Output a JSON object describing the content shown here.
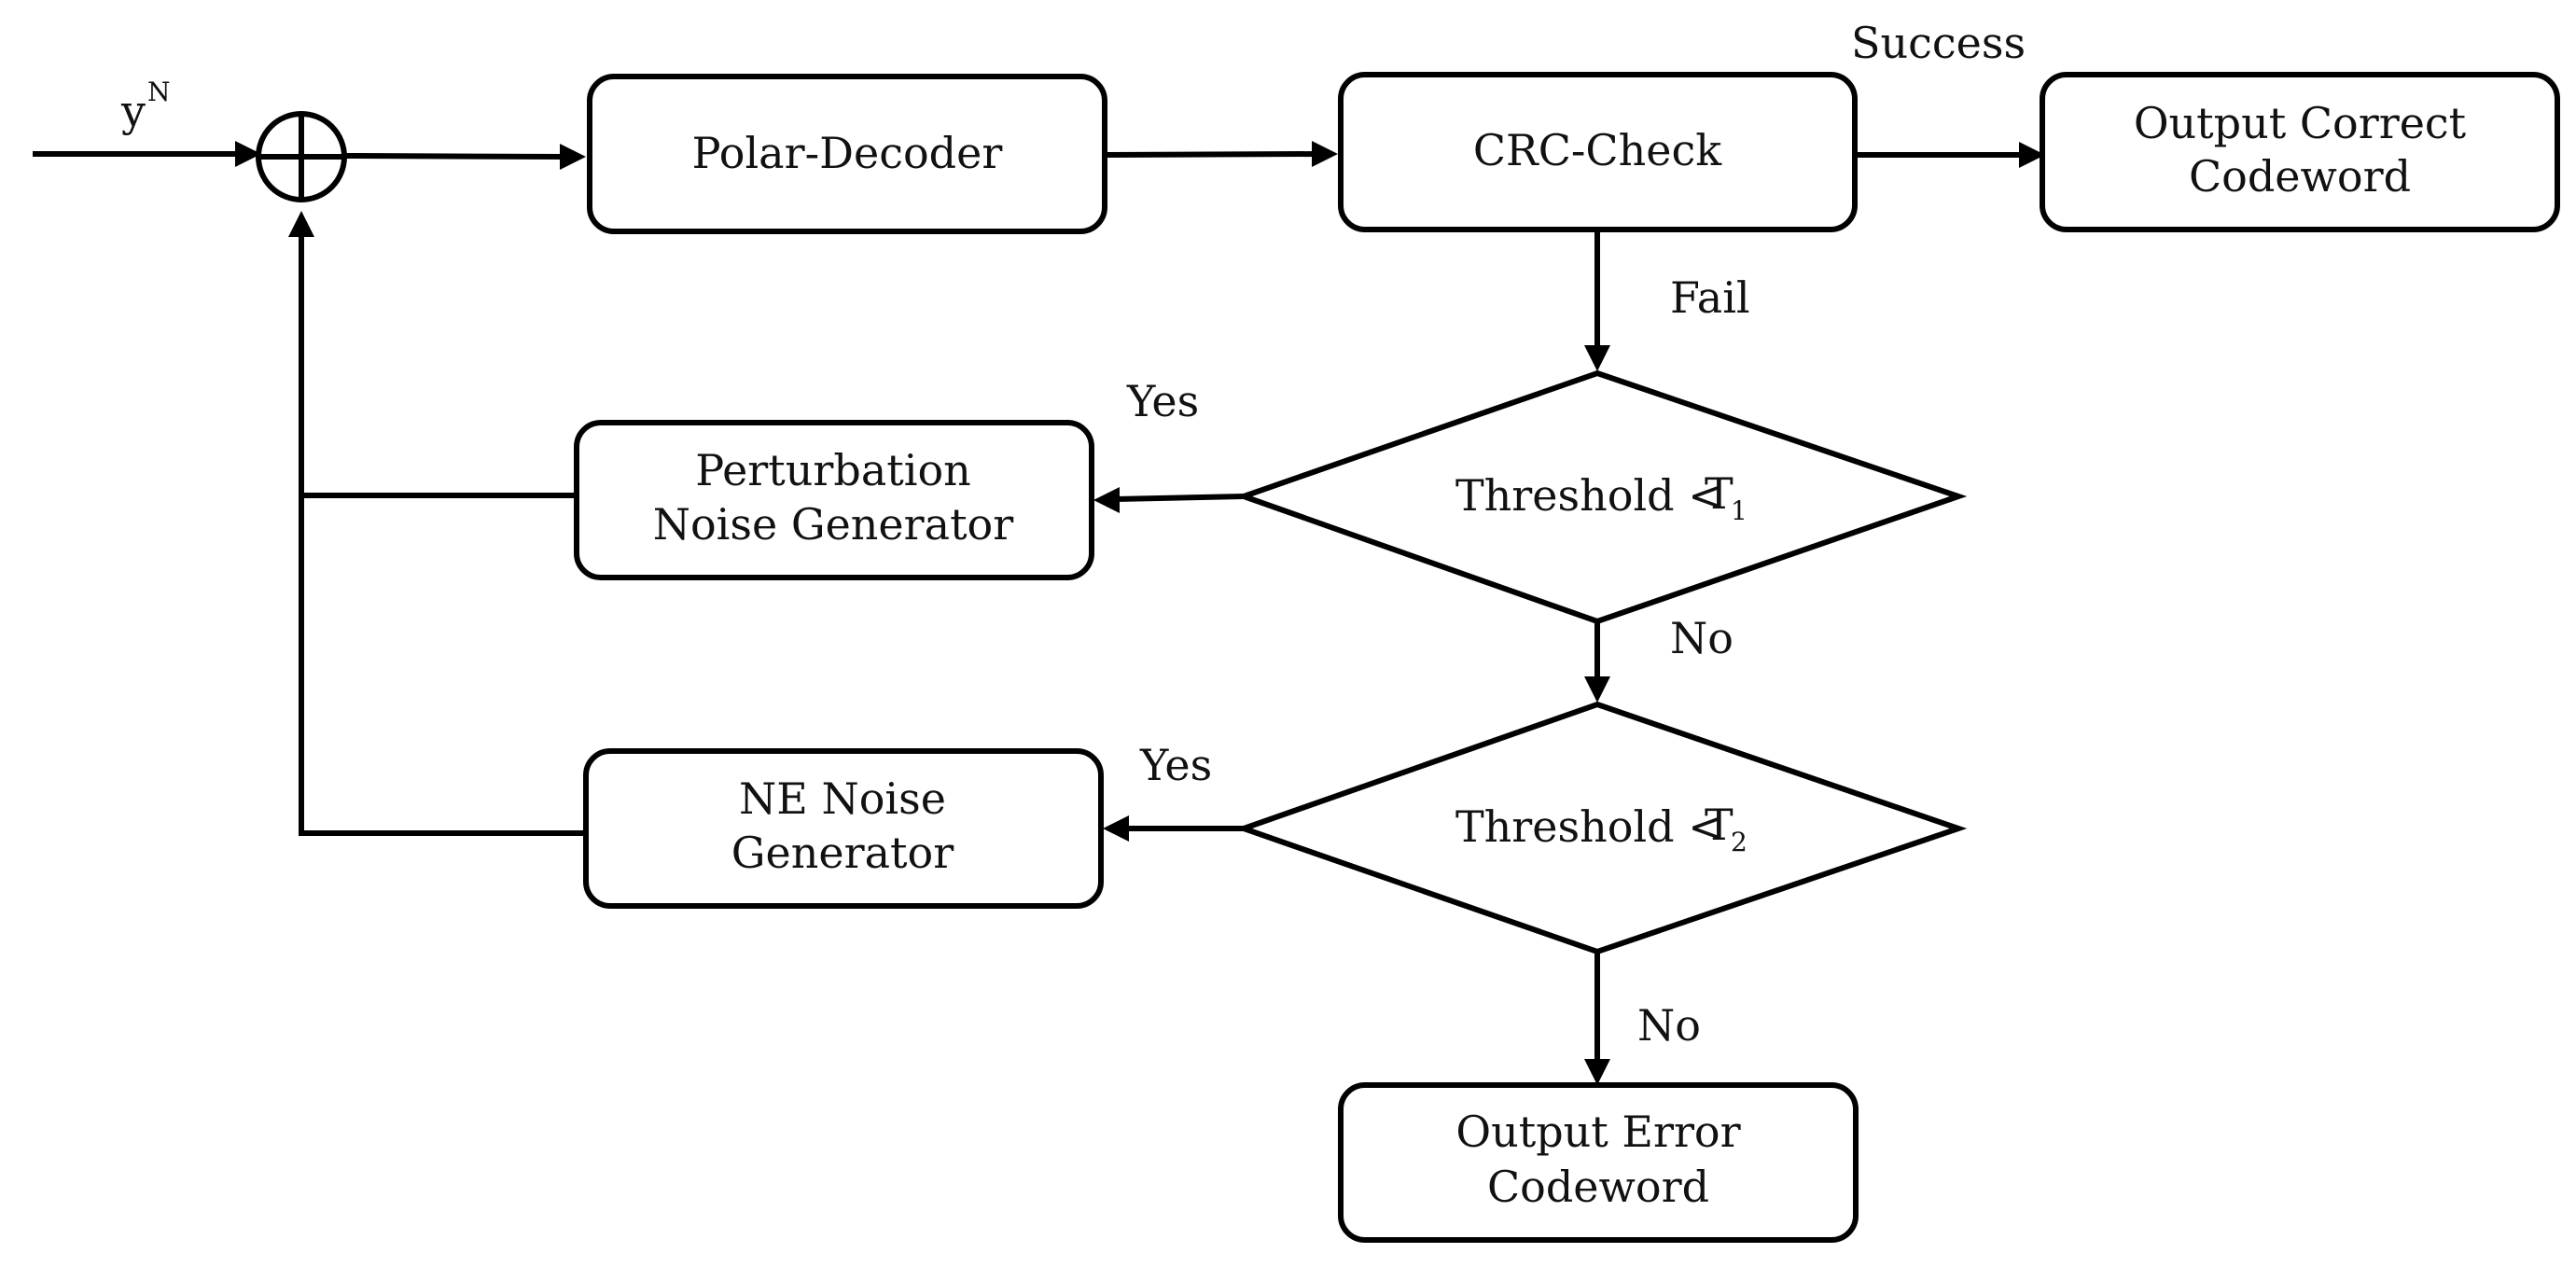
{
  "input": {
    "label": "y",
    "superscript": "N"
  },
  "nodes": {
    "polar_decoder": "Polar-Decoder",
    "crc_check": "CRC-Check",
    "output_correct": [
      "Output Correct",
      "Codeword"
    ],
    "perturbation": [
      "Perturbation",
      "Noise Generator"
    ],
    "ne_noise": [
      "NE Noise",
      "Generator"
    ],
    "output_error": [
      "Output Error",
      "Codeword"
    ],
    "decision1": {
      "label": "Threshold <",
      "symbol": "T",
      "subscript": "1"
    },
    "decision2": {
      "label": "Threshold <",
      "symbol": "T",
      "subscript": "2"
    }
  },
  "edges": {
    "success": "Success",
    "fail": "Fail",
    "yes1": "Yes",
    "no1": "No",
    "yes2": "Yes",
    "no2": "No"
  }
}
